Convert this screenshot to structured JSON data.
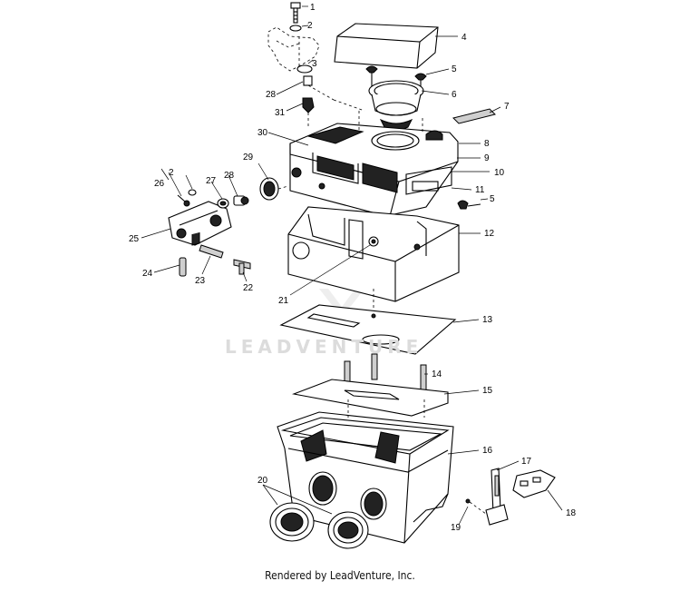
{
  "diagram": {
    "callouts": [
      "1",
      "2",
      "3",
      "4",
      "5",
      "6",
      "7",
      "8",
      "9",
      "10",
      "11",
      "12",
      "13",
      "14",
      "15",
      "16",
      "17",
      "18",
      "19",
      "20",
      "21",
      "22",
      "23",
      "24",
      "25",
      "26",
      "27",
      "28",
      "29",
      "30",
      "31",
      "2",
      "28",
      "5"
    ]
  },
  "watermark": {
    "text": "LEADVENTURE"
  },
  "footer": {
    "text": "Rendered by LeadVenture, Inc."
  }
}
